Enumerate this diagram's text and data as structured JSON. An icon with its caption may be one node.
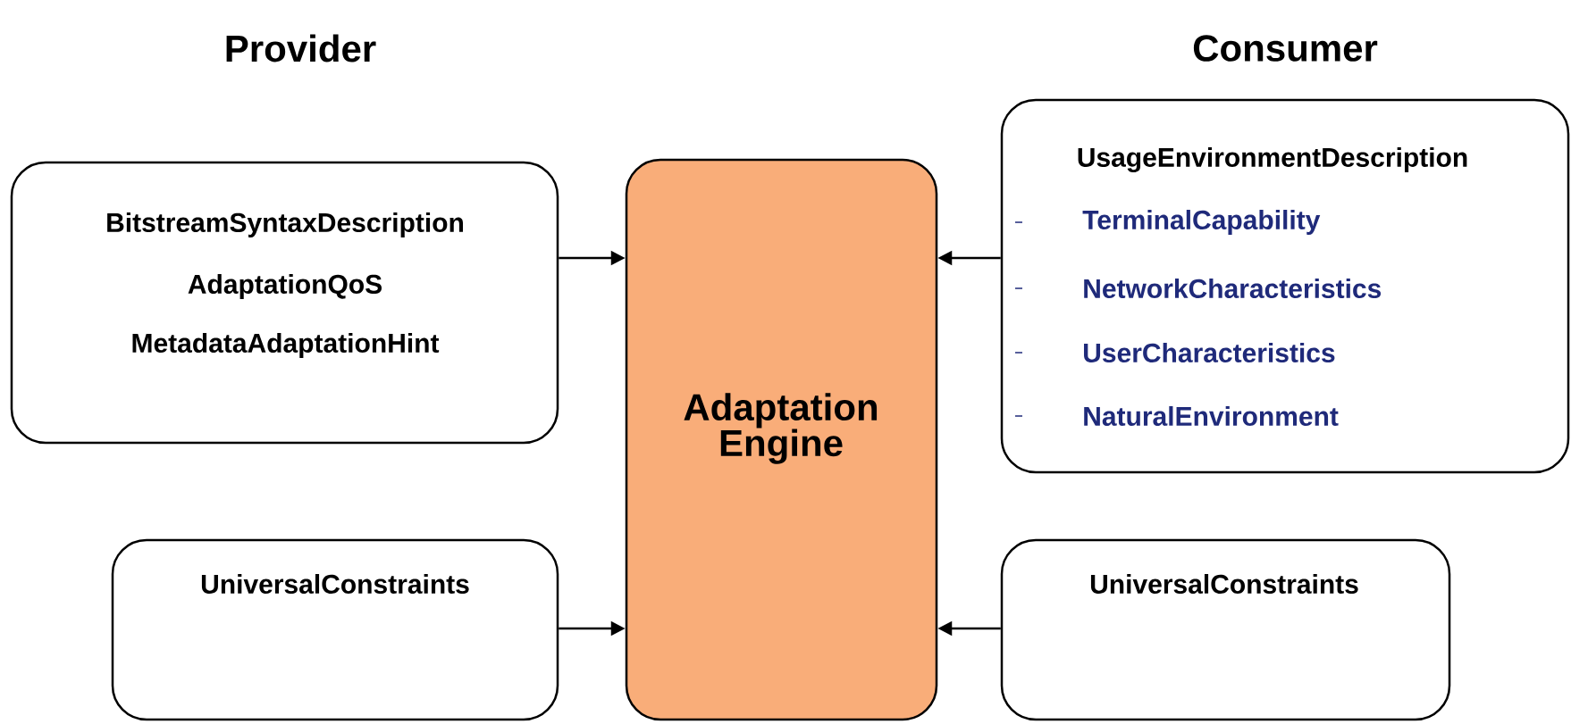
{
  "diagram": {
    "nodes": [
      {
        "text": [
          "BitstreamSyntaxDescription",
          "AdaptationQoS",
          "MetadataAdaptationHint"
        ]
      },
      {
        "text": [
          "Adaptation Engine"
        ]
      },
      {
        "text": [
          "UsageEnvironmentDescription",
          "TerminalCapability",
          "NetworkCharacteristics",
          "UserCharacteristics",
          "NaturalEnvironment"
        ]
      },
      {
        "text": [
          "UniversalConstraints"
        ]
      },
      {
        "text": [
          "UniversalConstraints"
        ]
      }
    ],
    "edges": [
      {
        "from": 0,
        "to": 1,
        "arrow": "to"
      },
      {
        "from": 2,
        "to": 1,
        "arrow": "to"
      },
      {
        "from": 3,
        "to": 1,
        "arrow": "to"
      },
      {
        "from": 4,
        "to": 1,
        "arrow": "to"
      }
    ],
    "labels": [
      "Provider",
      "Consumer"
    ]
  }
}
